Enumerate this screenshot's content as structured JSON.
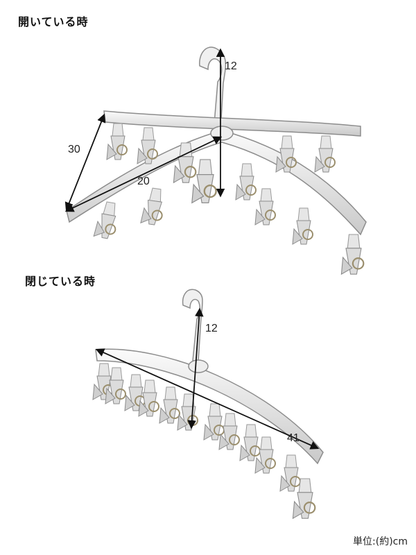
{
  "sections": {
    "open_label": "開いている時",
    "closed_label": "閉じている時"
  },
  "dimensions": {
    "open_height": "12",
    "open_arm_length": "30",
    "open_arm_span": "20",
    "closed_height": "12",
    "closed_length": "41"
  },
  "unit_label": "単位:(約)cm"
}
